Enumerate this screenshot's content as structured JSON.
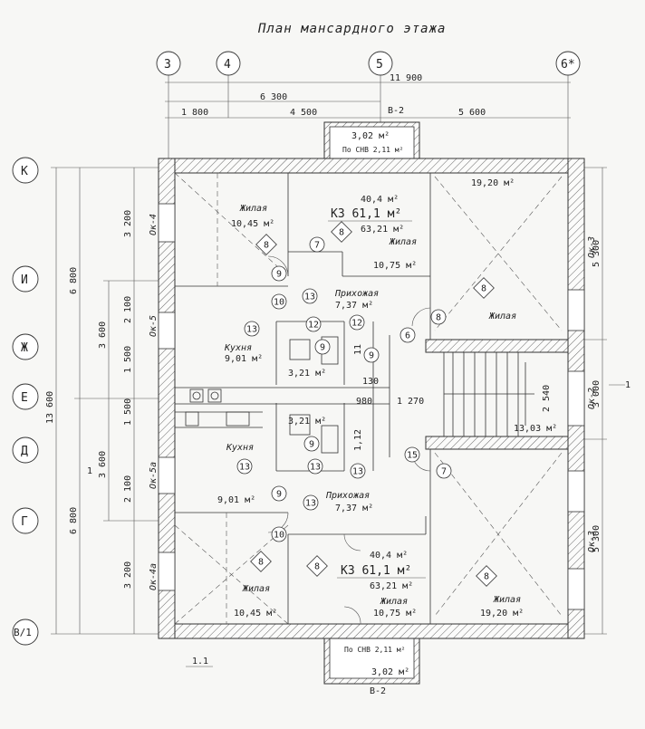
{
  "title": "План мансардного этажа",
  "axes_top": [
    "3",
    "4",
    "5",
    "6*"
  ],
  "axes_left": [
    "К",
    "И",
    "Ж",
    "Е",
    "Д",
    "Г",
    "В/1"
  ],
  "dims_top": [
    "11 900",
    "6 300",
    "1 800",
    "4 500",
    "5 600",
    "В-2"
  ],
  "dims_left": [
    "13 600",
    "6 800",
    "6 800",
    "3 200",
    "3 600",
    "2 100",
    "1 500",
    "1 500",
    "3 600",
    "2 100",
    "3 200"
  ],
  "dims_right": [
    "5 300",
    "3 000",
    "5 300",
    "2 540"
  ],
  "windows": [
    "Ок-4",
    "Ок-5",
    "Ок-5а",
    "Ок-4а",
    "Ок-3",
    "Ок-2",
    "Ок-3"
  ],
  "balcony_top": {
    "area": "3,02 м²",
    "note": "По СНВ 2,11 м²"
  },
  "balcony_bottom": {
    "area": "3,02 м²",
    "note": "По СНВ 2,11 м²",
    "label": "В-2"
  },
  "apartment_top": {
    "area_living": "40,4 м²",
    "name": "КЗ 61,1 м²",
    "area_total": "63,21 м²"
  },
  "apartment_bottom": {
    "area_living": "40,4 м²",
    "name": "КЗ 61,1 м²",
    "area_total": "63,21 м²"
  },
  "rooms": {
    "r1_name": "Жилая",
    "r1_area": "10,45 м²",
    "r2_name": "Жилая",
    "r2_area": "10,75 м²",
    "r3_area": "19,20 м²",
    "r3_name": "Жилая",
    "r4_name": "Прихожая",
    "r4_area": "7,37 м²",
    "r5_name": "Кухня",
    "r5_area": "9,01 м²",
    "r6_area": "3,21 м²",
    "r7_area": "3,21 м²",
    "r8_name": "Кухня",
    "r8_area": "9,01 м²",
    "r9_name": "Прихожая",
    "r9_area": "7,37 м²",
    "r10_name": "Жилая",
    "r10_area": "10,45 м²",
    "r11_name": "Жилая",
    "r11_area": "10,75 м²",
    "r12_name": "Жилая",
    "r12_area": "19,20 м²",
    "stair_area": "13,03 м²",
    "dims_inner": [
      "1 270",
      "980",
      "130",
      "11",
      "1,12"
    ]
  },
  "markers": [
    "8",
    "7",
    "8",
    "9",
    "10",
    "13",
    "12",
    "12",
    "9",
    "13",
    "9",
    "6",
    "8",
    "8",
    "8",
    "9",
    "13",
    "13",
    "13",
    "9",
    "15",
    "7",
    "9",
    "10",
    "8",
    "8",
    "8",
    "13",
    "10",
    "13"
  ],
  "note_bottom_left": "1.1",
  "section_mark": "1"
}
